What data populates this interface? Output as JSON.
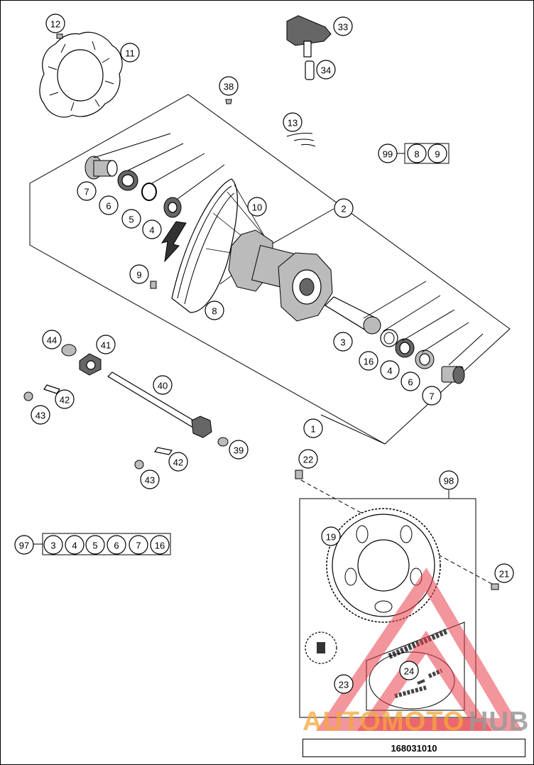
{
  "diagram_code": "168031010",
  "watermark": {
    "prefix": "AUTOMOTO",
    "suffix": "HUB",
    "colors": {
      "triangle": "#e8404a",
      "prefix": "#f4a83a",
      "suffix": "#9a9a9a"
    }
  },
  "callouts": [
    {
      "id": "c12",
      "label": "12"
    },
    {
      "id": "c11",
      "label": "11"
    },
    {
      "id": "c33",
      "label": "33"
    },
    {
      "id": "c34",
      "label": "34"
    },
    {
      "id": "c38",
      "label": "38"
    },
    {
      "id": "c13",
      "label": "13"
    },
    {
      "id": "c99",
      "label": "99"
    },
    {
      "id": "c99a",
      "label": "8"
    },
    {
      "id": "c99b",
      "label": "9"
    },
    {
      "id": "c7a",
      "label": "7"
    },
    {
      "id": "c6a",
      "label": "6"
    },
    {
      "id": "c5",
      "label": "5"
    },
    {
      "id": "c4a",
      "label": "4"
    },
    {
      "id": "c10",
      "label": "10"
    },
    {
      "id": "c2",
      "label": "2"
    },
    {
      "id": "c9",
      "label": "9"
    },
    {
      "id": "c8",
      "label": "8"
    },
    {
      "id": "c3",
      "label": "3"
    },
    {
      "id": "c16",
      "label": "16"
    },
    {
      "id": "c4b",
      "label": "4"
    },
    {
      "id": "c6b",
      "label": "6"
    },
    {
      "id": "c7b",
      "label": "7"
    },
    {
      "id": "c44",
      "label": "44"
    },
    {
      "id": "c41",
      "label": "41"
    },
    {
      "id": "c40",
      "label": "40"
    },
    {
      "id": "c42a",
      "label": "42"
    },
    {
      "id": "c43a",
      "label": "43"
    },
    {
      "id": "c1",
      "label": "1"
    },
    {
      "id": "c39",
      "label": "39"
    },
    {
      "id": "c42b",
      "label": "42"
    },
    {
      "id": "c43b",
      "label": "43"
    },
    {
      "id": "c22",
      "label": "22"
    },
    {
      "id": "c98",
      "label": "98"
    },
    {
      "id": "c97",
      "label": "97"
    },
    {
      "id": "c97a",
      "label": "3"
    },
    {
      "id": "c97b",
      "label": "4"
    },
    {
      "id": "c97c",
      "label": "5"
    },
    {
      "id": "c97d",
      "label": "6"
    },
    {
      "id": "c97e",
      "label": "7"
    },
    {
      "id": "c97f",
      "label": "16"
    },
    {
      "id": "c19",
      "label": "19"
    },
    {
      "id": "c21",
      "label": "21"
    },
    {
      "id": "c23",
      "label": "23"
    },
    {
      "id": "c24",
      "label": "24"
    }
  ]
}
